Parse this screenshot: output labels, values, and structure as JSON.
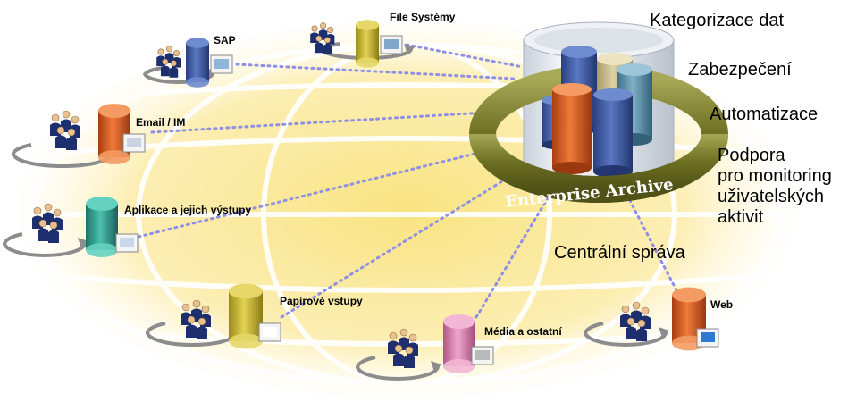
{
  "archive": {
    "ring_label": "Enterprise Archive"
  },
  "features": {
    "f1": "Kategorizace dat",
    "f2": "Zabezpečení",
    "f3": "Automatizace",
    "f4_l1": "Podpora",
    "f4_l2": "pro monitoring",
    "f4_l3": "uživatelských",
    "f4_l4": "aktivit",
    "f5": "Centrální správa"
  },
  "sources": {
    "sap": "SAP",
    "files": "File Systémy",
    "email": "Email / IM",
    "apps": "Aplikace a jejich výstupy",
    "paper": "Papírové vstupy",
    "media": "Média a ostatní",
    "web": "Web"
  },
  "colors": {
    "glow": "#f5d85e",
    "ring": "#7d7f2a",
    "connector": "#8f8fe6",
    "people": "#1d2f6e",
    "db_blue": "#3c57a0",
    "db_orange": "#d0531c",
    "db_olive": "#c8b72e",
    "db_teal": "#2e9c8e",
    "db_pink": "#d77aa8"
  }
}
